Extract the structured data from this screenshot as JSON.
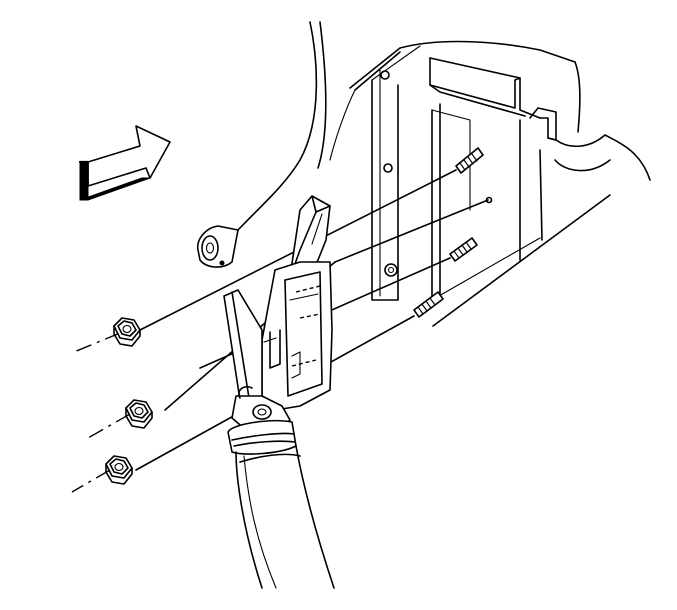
{
  "diagram": {
    "kind": "technical-illustration",
    "style": "monochrome line art",
    "colors": {
      "line": "#000000",
      "background": "#ffffff"
    },
    "components": [
      "direction-arrow-icon",
      "body-panel",
      "mounting-bracket",
      "mounting-studs",
      "hex-nuts",
      "steering-column-shaft"
    ],
    "nut_count": 3,
    "stud_count": 4
  }
}
